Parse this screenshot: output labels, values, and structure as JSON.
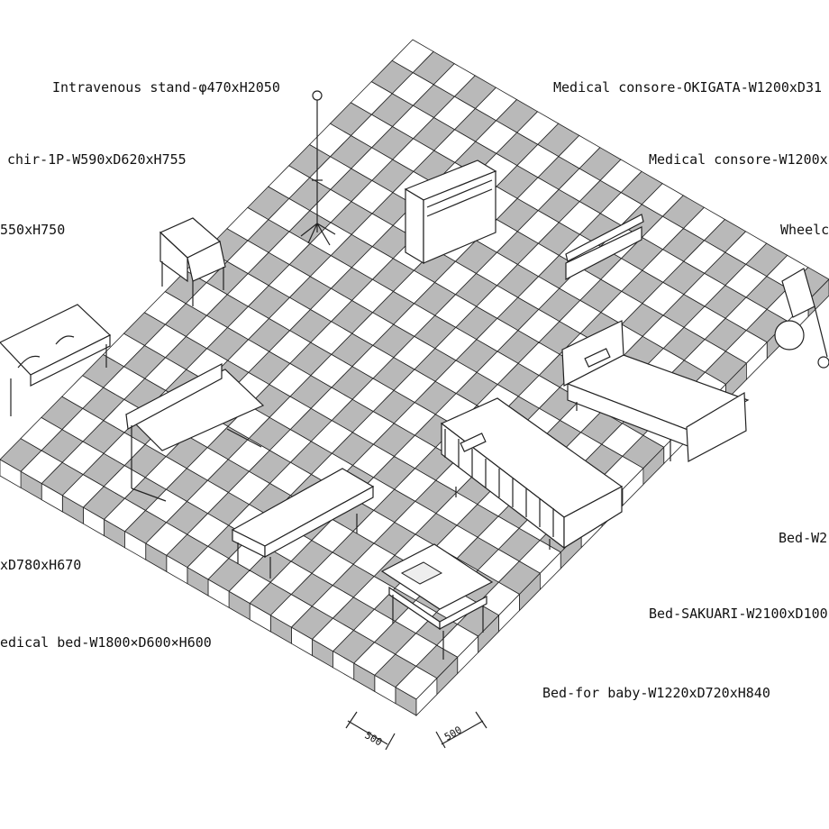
{
  "colors": {
    "tile_dark": "#b9b9b9",
    "tile_light": "#ffffff",
    "line": "#222222"
  },
  "grid": {
    "cells": 20,
    "scale_label_a": "500",
    "scale_label_b": "500"
  },
  "labels": {
    "iv_stand": "Intravenous stand-φ470xH2050",
    "console_okigata": "Medical consore-OKIGATA-W1200xD31",
    "console": "Medical consore-W1200x",
    "chair_1p": "chir-1P-W590xD620xH755",
    "bench": "550xH750",
    "wheelchair": "Wheelc",
    "bed_w2": "Bed-W2",
    "table": "xD780xH670",
    "bed_sakuari": "Bed-SAKUARI-W2100xD100",
    "medical_bed": "edical bed-W1800×D600×H600",
    "baby_bed": "Bed-for baby-W1220xD720xH840"
  }
}
